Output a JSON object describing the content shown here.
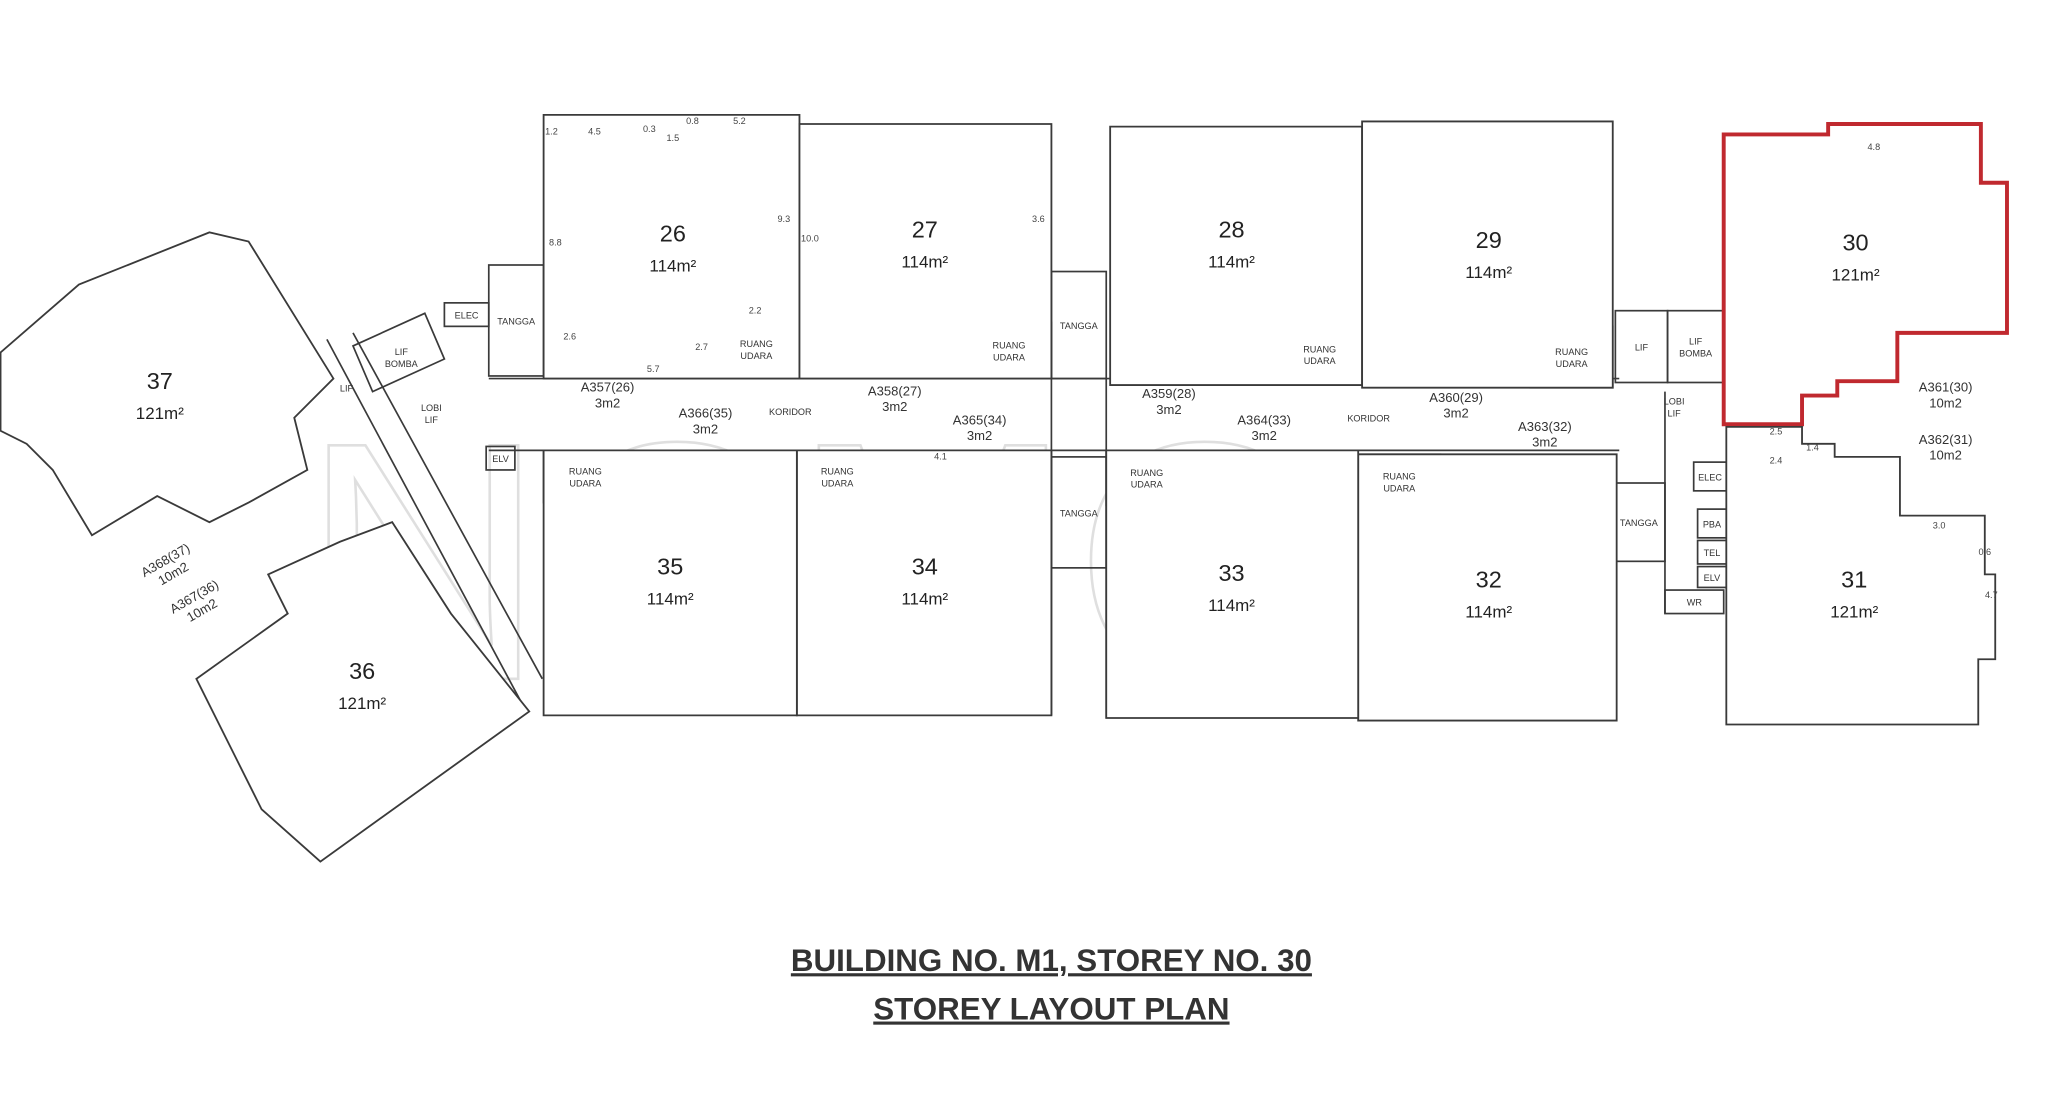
{
  "title": {
    "line1": "BUILDING NO. M1, STOREY NO. 30",
    "line2": "STOREY LAYOUT PLAN"
  },
  "watermark": "NCMCo",
  "highlight_color": "#c0292f",
  "highlighted_unit": "30",
  "units": [
    {
      "id": "26",
      "area": "114m²"
    },
    {
      "id": "27",
      "area": "114m²"
    },
    {
      "id": "28",
      "area": "114m²"
    },
    {
      "id": "29",
      "area": "114m²"
    },
    {
      "id": "30",
      "area": "121m²"
    },
    {
      "id": "31",
      "area": "121m²"
    },
    {
      "id": "32",
      "area": "114m²"
    },
    {
      "id": "33",
      "area": "114m²"
    },
    {
      "id": "34",
      "area": "114m²"
    },
    {
      "id": "35",
      "area": "114m²"
    },
    {
      "id": "36",
      "area": "121m²"
    },
    {
      "id": "37",
      "area": "121m²"
    }
  ],
  "parcels": [
    {
      "id": "A357(26)",
      "area": "3m2"
    },
    {
      "id": "A358(27)",
      "area": "3m2"
    },
    {
      "id": "A359(28)",
      "area": "3m2"
    },
    {
      "id": "A360(29)",
      "area": "3m2"
    },
    {
      "id": "A361(30)",
      "area": "10m2"
    },
    {
      "id": "A362(31)",
      "area": "10m2"
    },
    {
      "id": "A363(32)",
      "area": "3m2"
    },
    {
      "id": "A364(33)",
      "area": "3m2"
    },
    {
      "id": "A365(34)",
      "area": "3m2"
    },
    {
      "id": "A366(35)",
      "area": "3m2"
    },
    {
      "id": "A367(36)",
      "area": "10m2"
    },
    {
      "id": "A368(37)",
      "area": "10m2"
    }
  ],
  "rooms": {
    "ruang": "RUANG",
    "udara": "UDARA",
    "tangga": "TANGGA",
    "elec": "ELEC",
    "lif": "LIF",
    "bomba": "BOMBA",
    "lobi": "LOBI",
    "lif_short": "LIF",
    "koridor": "KORIDOR",
    "elv": "ELV",
    "pba": "PBA",
    "tel": "TEL",
    "wr": "WR"
  },
  "dimensions": [
    "4.5",
    "1.5",
    "5.2",
    "0.8",
    "0.3",
    "1.2",
    "8.8",
    "9.3",
    "10.0",
    "3.6",
    "2.2",
    "2.6",
    "2.7",
    "5.7",
    "4.1",
    "2.4",
    "3.0",
    "0.6",
    "4.7",
    "2.5",
    "1.4",
    "4.8"
  ]
}
